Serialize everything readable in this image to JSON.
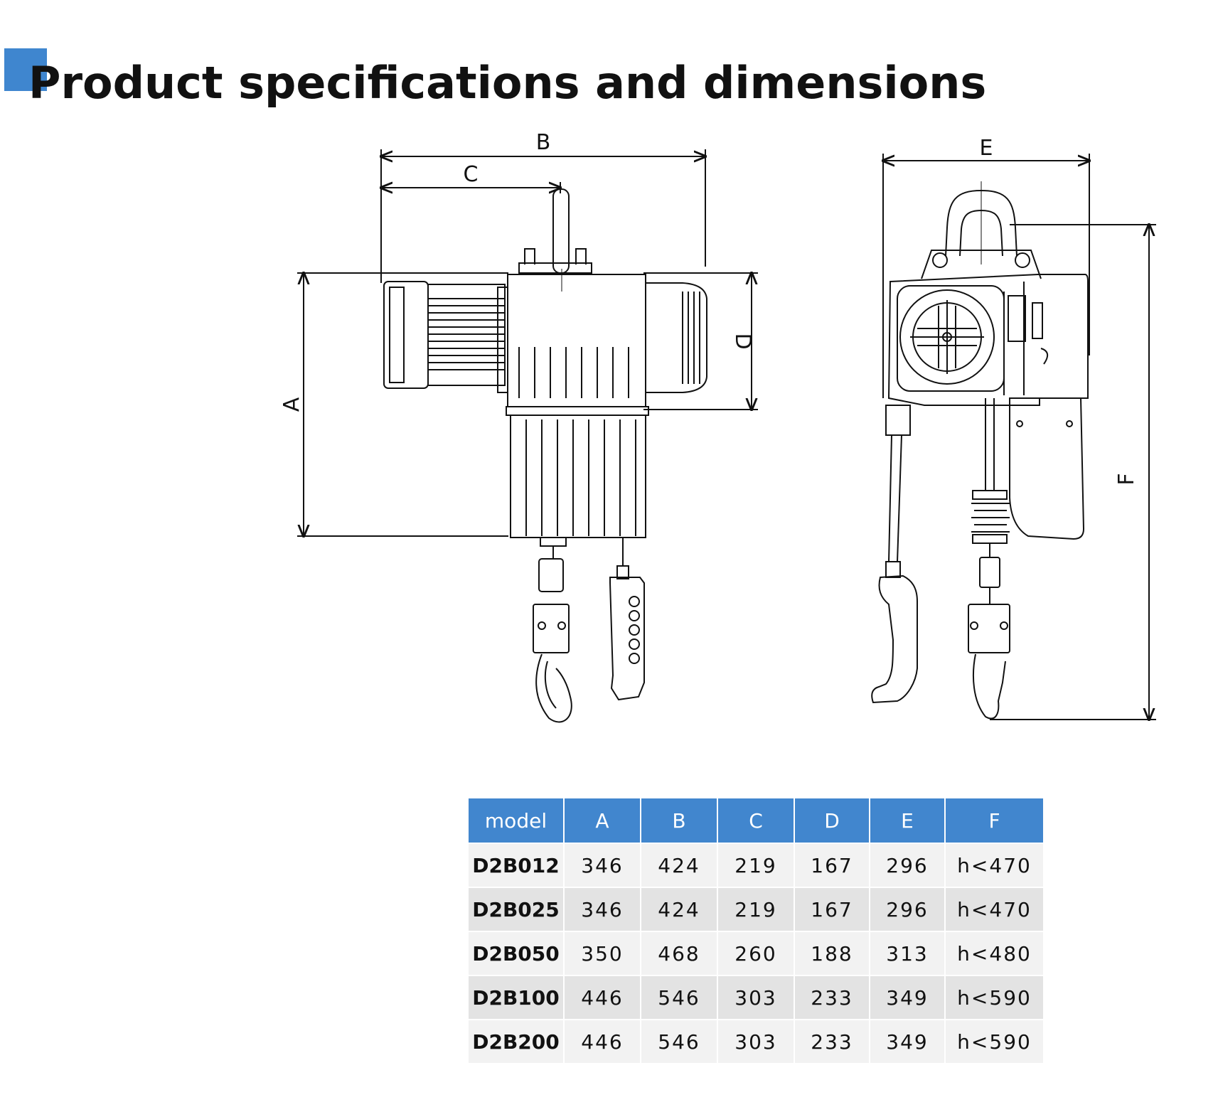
{
  "page": {
    "title": "Product specifications and dimensions",
    "accent_color": "#3f86cf"
  },
  "drawing": {
    "labels": {
      "A": "A",
      "B": "B",
      "C": "C",
      "D": "D",
      "E": "E",
      "F": "F"
    }
  },
  "table": {
    "header_color": "#4186ce",
    "columns": [
      "model",
      "A",
      "B",
      "C",
      "D",
      "E",
      "F"
    ],
    "rows": [
      [
        "D2B012",
        "346",
        "424",
        "219",
        "167",
        "296",
        "h<470"
      ],
      [
        "D2B025",
        "346",
        "424",
        "219",
        "167",
        "296",
        "h<470"
      ],
      [
        "D2B050",
        "350",
        "468",
        "260",
        "188",
        "313",
        "h<480"
      ],
      [
        "D2B100",
        "446",
        "546",
        "303",
        "233",
        "349",
        "h<590"
      ],
      [
        "D2B200",
        "446",
        "546",
        "303",
        "233",
        "349",
        "h<590"
      ]
    ]
  }
}
